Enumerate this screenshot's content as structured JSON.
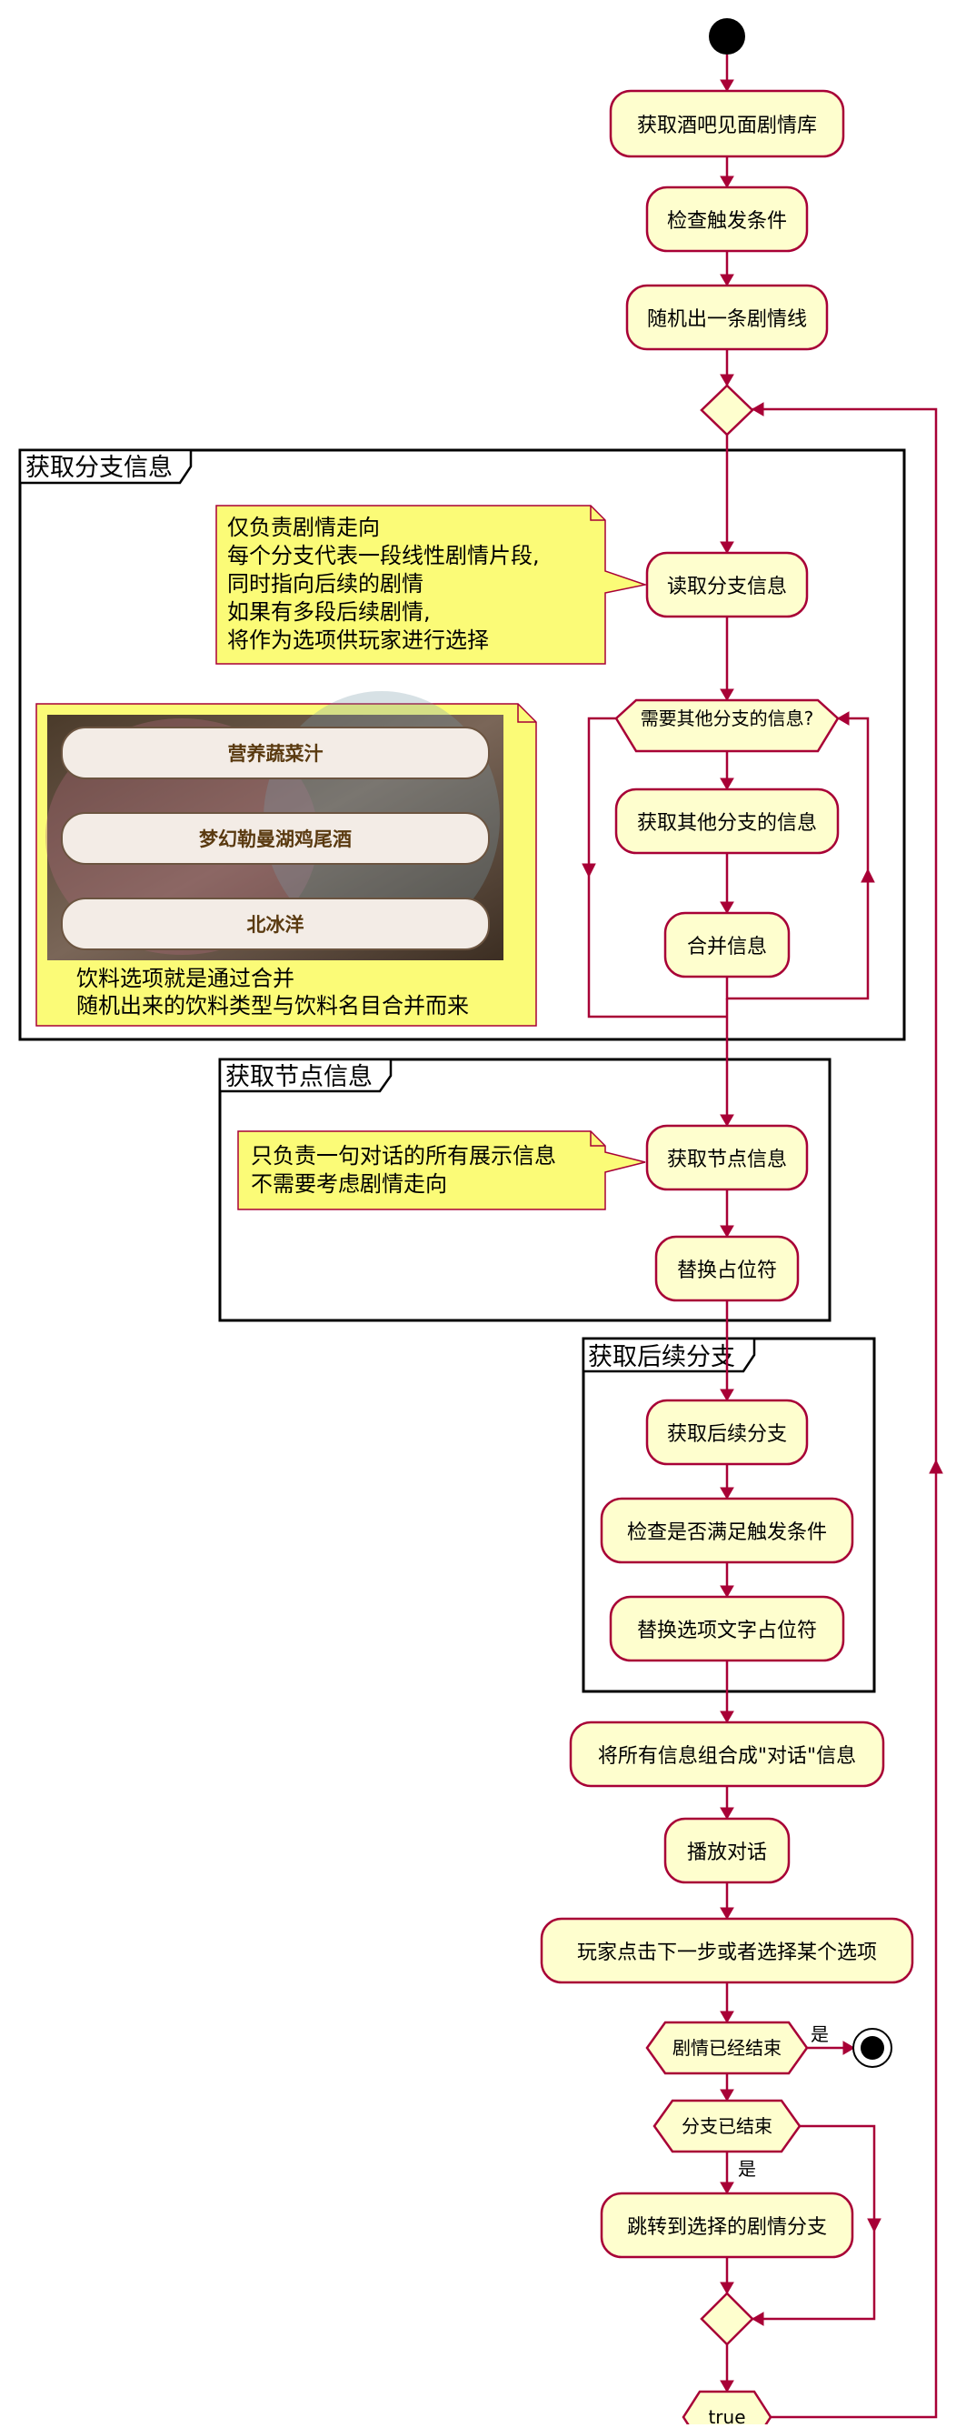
{
  "colors": {
    "border": "#a80036",
    "activity_fill": "#fefece",
    "note_fill": "#fbfb77",
    "frame": "#000000",
    "thumbnail_card": "#f3ece6",
    "thumbnail_text": "#5a3a10"
  },
  "activities": {
    "a1": "获取酒吧见面剧情库",
    "a2": "检查触发条件",
    "a3": "随机出一条剧情线",
    "a4": "读取分支信息",
    "a5": "获取其他分支的信息",
    "a6": "合并信息",
    "a7": "获取节点信息",
    "a8": "替换占位符",
    "a9": "获取后续分支",
    "a10": "检查是否满足触发条件",
    "a11": "替换选项文字占位符",
    "a12": "将所有信息组合成\"对话\"信息",
    "a13": "播放对话",
    "a14": "玩家点击下一步或者选择某个选项",
    "a15": "跳转到选择的剧情分支"
  },
  "decisions": {
    "d2": "需要其他分支的信息?",
    "d3": "剧情已经结束",
    "d4": "分支已结束",
    "d6": "true"
  },
  "labels": {
    "yes1": "是",
    "yes2": "是"
  },
  "frames": {
    "f1": "获取分支信息",
    "f2": "获取节点信息",
    "f3": "获取后续分支"
  },
  "notes": {
    "n1": [
      "仅负责剧情走向",
      "每个分支代表一段线性剧情片段,",
      "同时指向后续的剧情",
      "如果有多段后续剧情,",
      "将作为选项供玩家进行选择"
    ],
    "n2": [
      "饮料选项就是通过合并",
      "随机出来的饮料类型与饮料名目合并而来"
    ],
    "n3": [
      "只负责一句对话的所有展示信息",
      "不需要考虑剧情走向"
    ]
  },
  "thumbnail": {
    "options": [
      "营养蔬菜汁",
      "梦幻勒曼湖鸡尾酒",
      "北冰洋"
    ]
  },
  "icons": {
    "start": "start-node-icon",
    "end": "end-node-icon"
  }
}
